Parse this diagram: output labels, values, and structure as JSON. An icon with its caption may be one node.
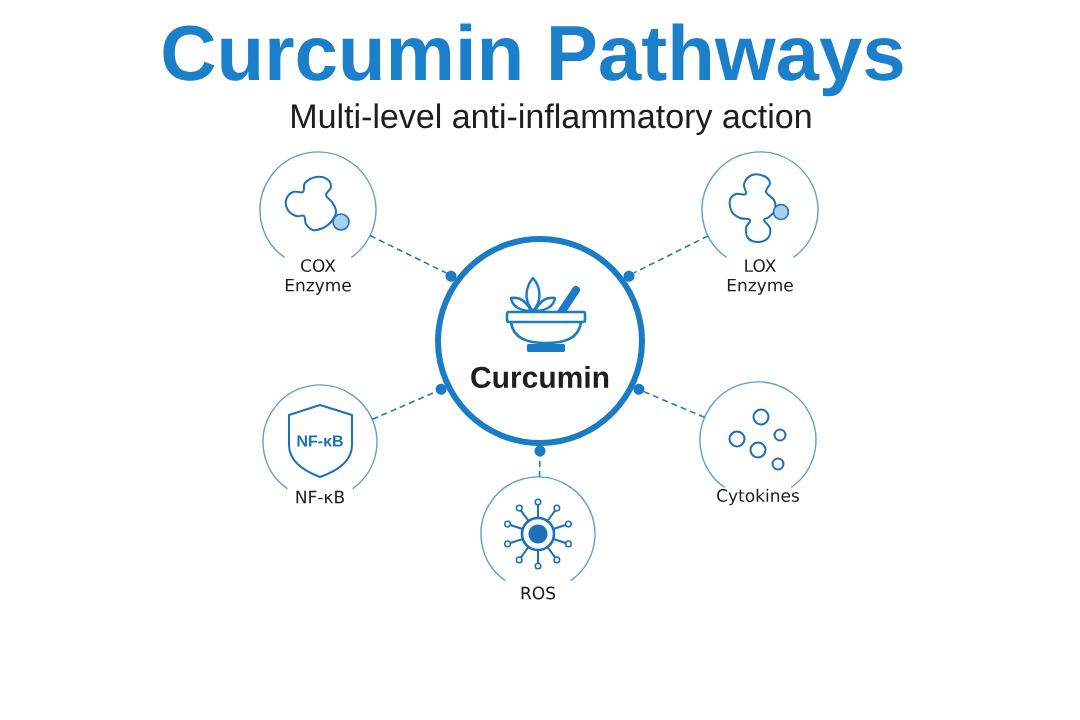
{
  "diagram": {
    "title": "Curcumin Pathways",
    "nodes": [
      {
        "text": [
          "COX Enzyme"
        ]
      },
      {
        "text": [
          "LOX Enzyme"
        ]
      },
      {
        "text": [
          "Curcumin"
        ]
      },
      {
        "text": [
          "NF-κB"
        ]
      },
      {
        "text": [
          "NF-κB"
        ],
        "in": 3
      },
      {
        "text": [
          "Cytokines"
        ]
      },
      {
        "text": [
          "ROS"
        ]
      }
    ],
    "edges": [
      {
        "from": 0,
        "to": 2,
        "arrow": "none",
        "style": "dashed"
      },
      {
        "from": 1,
        "to": 2,
        "arrow": "none",
        "style": "dashed"
      },
      {
        "from": 3,
        "to": 2,
        "arrow": "none",
        "style": "dashed"
      },
      {
        "from": 5,
        "to": 2,
        "arrow": "none",
        "style": "dashed"
      },
      {
        "from": 6,
        "to": 2,
        "arrow": "none",
        "style": "dashed"
      }
    ],
    "labels": [
      "Multi-level anti-inflammatory action"
    ]
  }
}
